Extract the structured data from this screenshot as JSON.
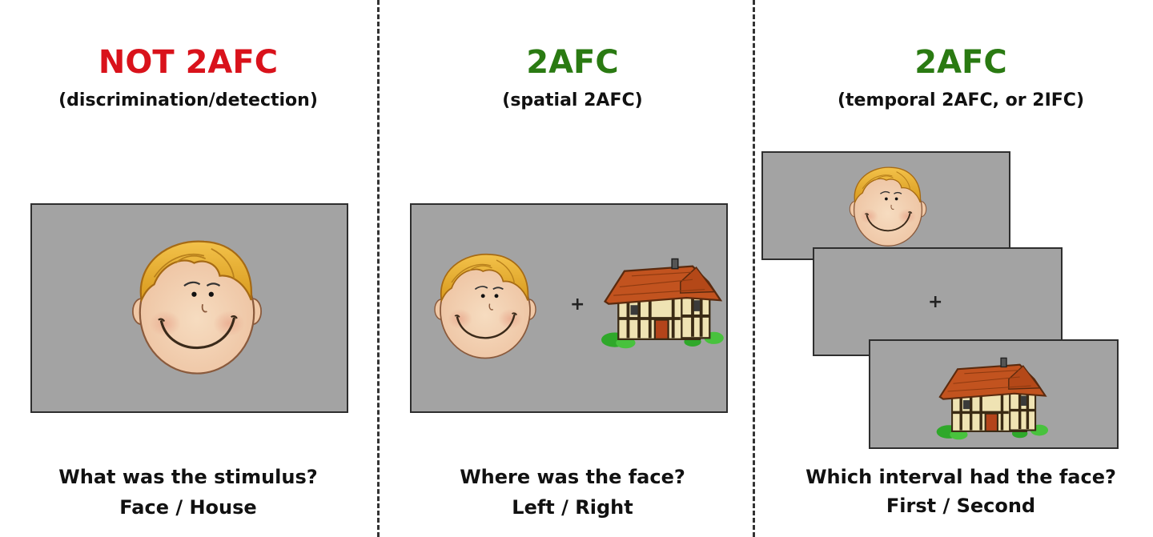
{
  "panels": [
    {
      "title": "NOT 2AFC",
      "subtitle": "(discrimination/detection)",
      "question": "What was the stimulus?",
      "answers": "Face / House"
    },
    {
      "title": "2AFC",
      "subtitle": "(spatial 2AFC)",
      "question": "Where was the face?",
      "answers": "Left / Right",
      "fixation": "+"
    },
    {
      "title": "2AFC",
      "subtitle": "(temporal 2AFC, or 2IFC)",
      "question": "Which interval had the face?",
      "answers": "First / Second",
      "fixation": "+"
    }
  ],
  "colors": {
    "not_2afc_title": "#d9121b",
    "2afc_title": "#2a7a12",
    "screen_bg": "#a3a3a3"
  },
  "icons": [
    "cartoon-face-icon",
    "house-icon",
    "fixation-cross-icon"
  ]
}
